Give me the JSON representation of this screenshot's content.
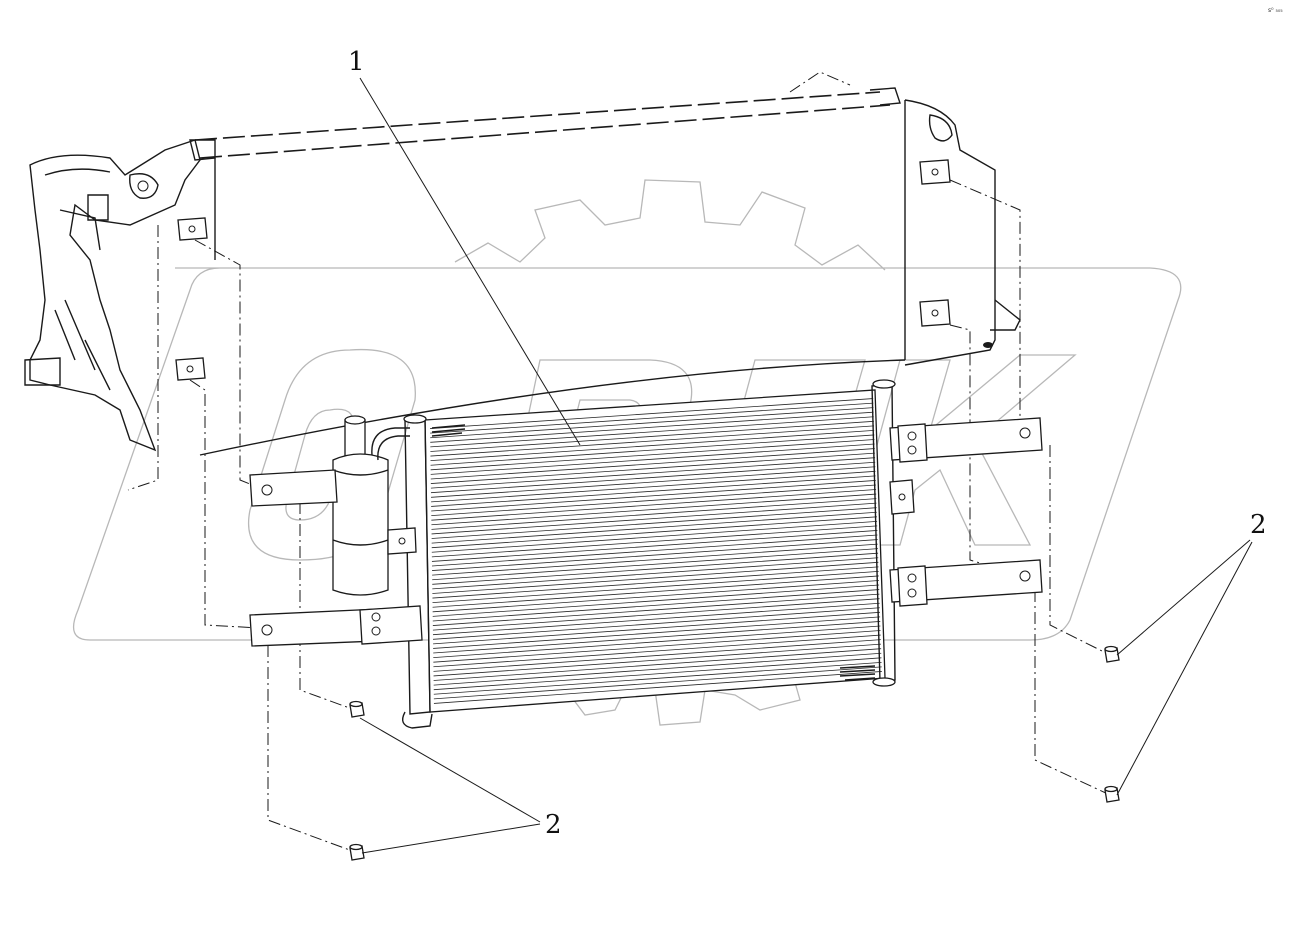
{
  "diagram": {
    "callouts": [
      {
        "id": "callout-1",
        "label": "1"
      },
      {
        "id": "callout-2-left",
        "label": "2"
      },
      {
        "id": "callout-2-right",
        "label": "2"
      }
    ],
    "corner_mark": "s⁰ ₅₀₅",
    "watermark_text": "OPEK"
  }
}
